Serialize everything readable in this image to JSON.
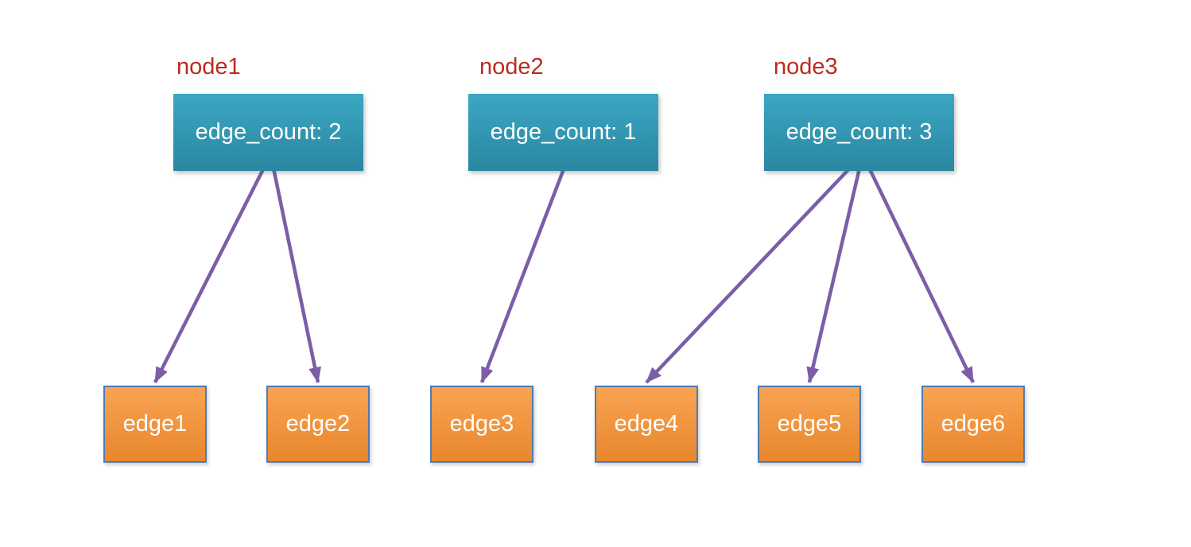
{
  "diagram": {
    "nodes": [
      {
        "id": "node1",
        "label": "node1",
        "body": "edge_count: 2",
        "edge_count": 2,
        "targets": [
          "edge1",
          "edge2"
        ]
      },
      {
        "id": "node2",
        "label": "node2",
        "body": "edge_count: 1",
        "edge_count": 1,
        "targets": [
          "edge3"
        ]
      },
      {
        "id": "node3",
        "label": "node3",
        "body": "edge_count: 3",
        "edge_count": 3,
        "targets": [
          "edge4",
          "edge5",
          "edge6"
        ]
      }
    ],
    "edges": [
      {
        "id": "edge1",
        "label": "edge1"
      },
      {
        "id": "edge2",
        "label": "edge2"
      },
      {
        "id": "edge3",
        "label": "edge3"
      },
      {
        "id": "edge4",
        "label": "edge4"
      },
      {
        "id": "edge5",
        "label": "edge5"
      },
      {
        "id": "edge6",
        "label": "edge6"
      }
    ]
  },
  "colors": {
    "node_fill_top": "#3BA7C3",
    "node_fill_bottom": "#2A87A1",
    "node_text": "#FFFFFF",
    "node_label": "#BD2B20",
    "edge_fill_top": "#F9A452",
    "edge_fill_bottom": "#E8862D",
    "edge_text": "#FFFFFF",
    "edge_border": "#4E7BB5",
    "arrow": "#7B5EA7"
  }
}
